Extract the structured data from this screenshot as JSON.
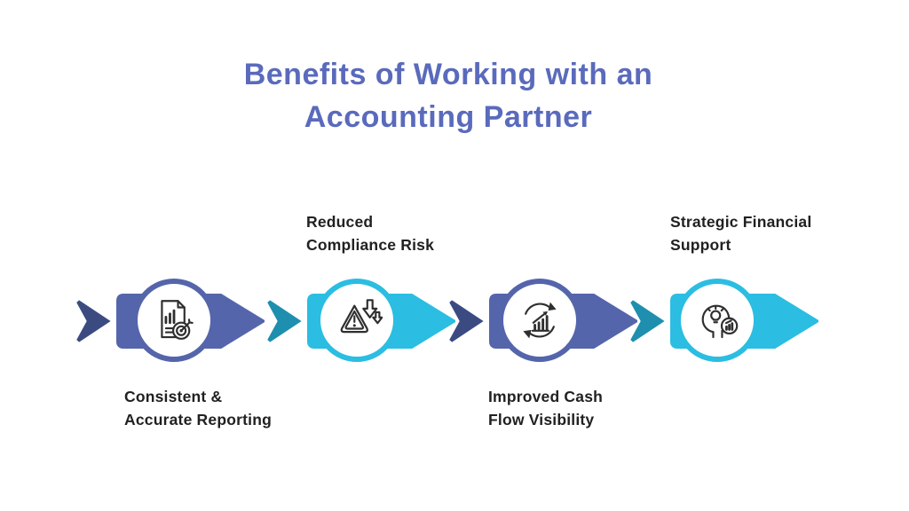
{
  "title": {
    "line1": "Benefits of Working with an",
    "line2": "Accounting Partner",
    "color": "#5a6abc"
  },
  "steps": [
    {
      "label_line1": "Consistent &",
      "label_line2": "Accurate Reporting",
      "label_position": "below",
      "icon": "report-with-target-icon",
      "band_color": "#5565ab",
      "chevron_color": "#3b4b82",
      "ring_color": "#5565ab"
    },
    {
      "label_line1": "Reduced",
      "label_line2": "Compliance Risk",
      "label_position": "above",
      "icon": "risk-warning-decrease-icon",
      "band_color": "#2bbde2",
      "chevron_color": "#1e8fae",
      "ring_color": "#2bbde2"
    },
    {
      "label_line1": "Improved Cash",
      "label_line2": "Flow Visibility",
      "label_position": "below",
      "icon": "cash-flow-cycle-chart-icon",
      "band_color": "#5565ab",
      "chevron_color": "#3b4b82",
      "ring_color": "#5565ab"
    },
    {
      "label_line1": "Strategic Financial",
      "label_line2": "Support",
      "label_position": "above",
      "icon": "strategic-mind-idea-chart-icon",
      "band_color": "#2bbde2",
      "chevron_color": "#1e8fae",
      "ring_color": "#2bbde2"
    }
  ],
  "colors": {
    "background": "#ffffff",
    "label_text": "#212121",
    "blue_band": "#5565ab",
    "blue_chevron": "#3b4b82",
    "cyan_band": "#2bbde2",
    "cyan_chevron": "#1e8fae"
  }
}
